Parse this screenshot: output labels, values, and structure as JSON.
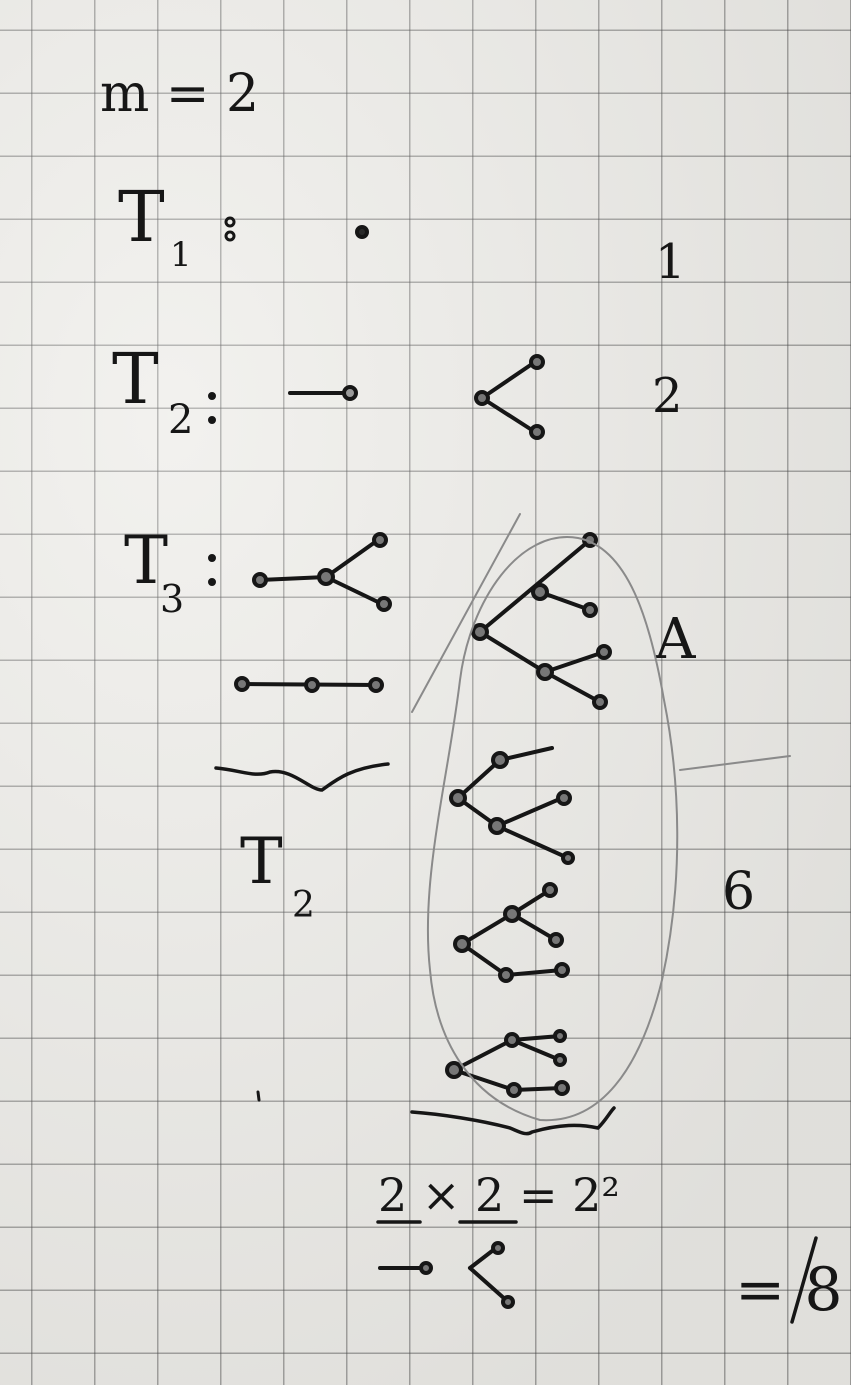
{
  "header": {
    "equation": "m = 2"
  },
  "rows": [
    {
      "label": "T",
      "subscript": "1",
      "count": "1"
    },
    {
      "label": "T",
      "subscript": "2",
      "count": "2"
    },
    {
      "label": "T",
      "subscript": "3",
      "count": "6"
    }
  ],
  "annotations": {
    "tag_a": "A",
    "brace_label": "T",
    "brace_label_subscript": "2",
    "product": "2 × 2 = 2²",
    "result_fragment": "= 8"
  },
  "colors": {
    "ink": "#161616",
    "pencil": "#8a8a8a",
    "grid": "#5a5a5a",
    "paper": "#eeede9"
  }
}
